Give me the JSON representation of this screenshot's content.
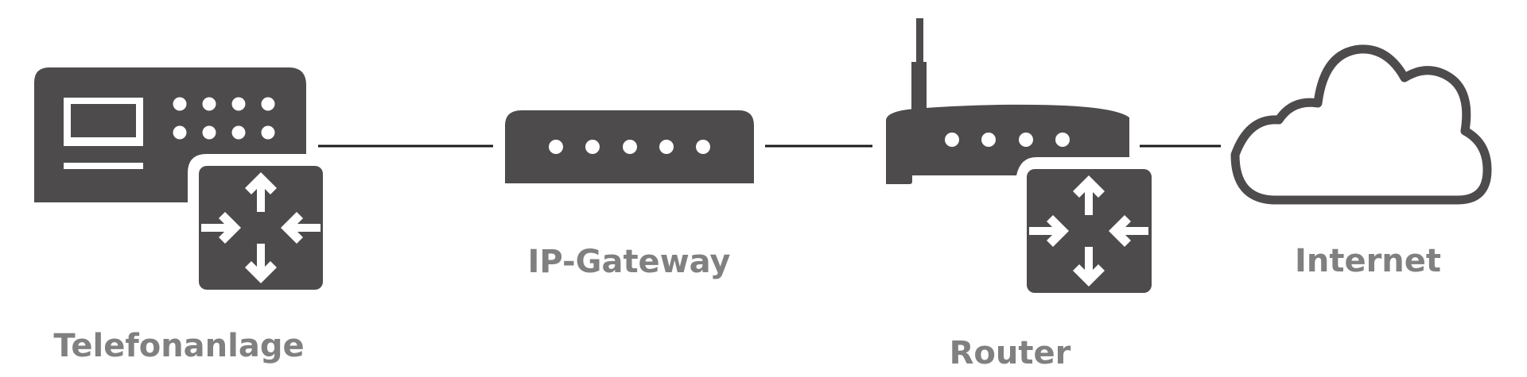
{
  "colors": {
    "device": "#4d4b4c",
    "connector": "#1a1a1a",
    "label": "#808080",
    "background": "#ffffff"
  },
  "devices": {
    "telefonanlage": {
      "label": "Telefonanlage",
      "icon": "pbx-with-switch-icon"
    },
    "gateway": {
      "label": "IP-Gateway",
      "icon": "gateway-icon"
    },
    "router": {
      "label": "Router",
      "icon": "router-with-switch-icon"
    },
    "internet": {
      "label": "Internet",
      "icon": "cloud-icon"
    }
  },
  "connections": [
    {
      "from": "Telefonanlage",
      "to": "IP-Gateway"
    },
    {
      "from": "IP-Gateway",
      "to": "Router"
    },
    {
      "from": "Router",
      "to": "Internet"
    }
  ]
}
